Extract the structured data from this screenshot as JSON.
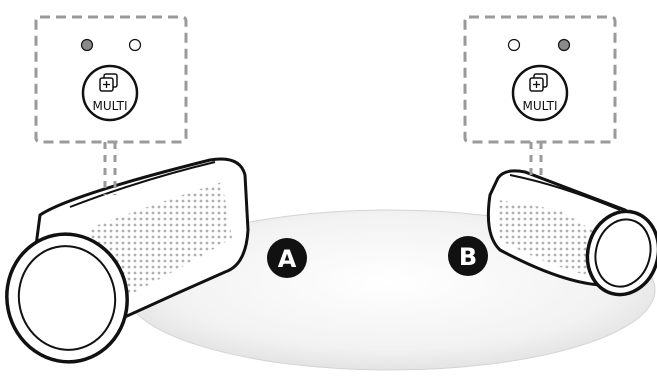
{
  "speakers": [
    {
      "label": "A",
      "button_text": "MULTI",
      "led_states": [
        "on",
        "off"
      ]
    },
    {
      "label": "B",
      "button_text": "MULTI",
      "led_states": [
        "off",
        "on"
      ]
    }
  ],
  "colors": {
    "led_on": "#8a8a8a",
    "led_off": "#ffffff",
    "callout_border": "#9a9a9a",
    "label_badge": "#111111",
    "floor_shadow": "#e9e9e9",
    "grille_dots": "#b0b0b0"
  },
  "icons": {
    "multi_button": "plus-in-overlapping-squares-icon"
  }
}
